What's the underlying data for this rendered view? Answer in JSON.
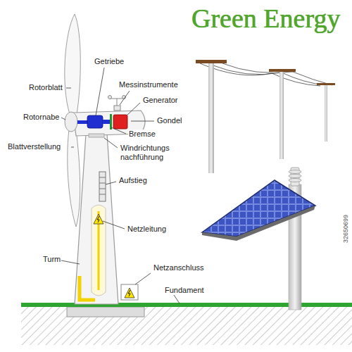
{
  "diagram": {
    "title": "Green Energy",
    "labels": [
      "Rotorblatt",
      "Getriebe",
      "Messinstrumente",
      "Generator",
      "Rotornabe",
      "Gondel",
      "Bremse",
      "Blattverstellung",
      "Windrichtungs nachführung",
      "Aufstieg",
      "Netzleitung",
      "Turm",
      "Netzanschluss",
      "Fundament",
      "32650699"
    ]
  }
}
